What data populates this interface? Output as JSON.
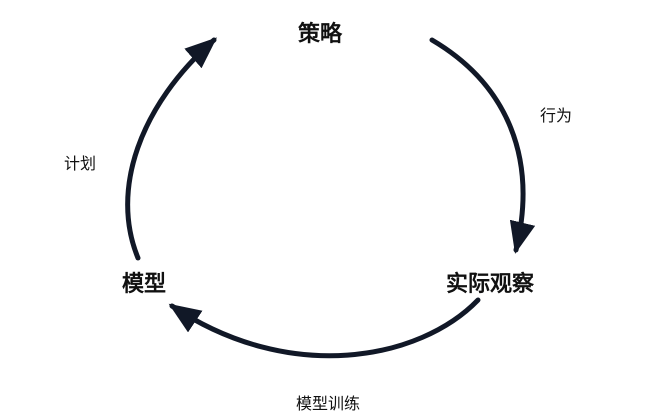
{
  "nodes": {
    "strategy": "策略",
    "observation": "实际观察",
    "model": "模型"
  },
  "edges": {
    "action": "行为",
    "training": "模型训练",
    "planning": "计划"
  },
  "colors": {
    "arrow": "#111827",
    "text": "#111111"
  }
}
